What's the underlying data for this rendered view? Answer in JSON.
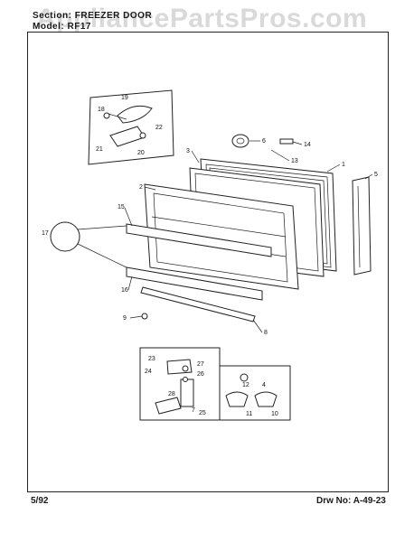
{
  "header": {
    "section_label": "Section:",
    "section_value": "FREEZER DOOR",
    "model_label": "Model:",
    "model_value": "RF17"
  },
  "watermark": "AppliancePartsPros.com",
  "footer": {
    "date": "5/92",
    "drawing_number": "Drw No: A-49-23"
  },
  "callouts": [
    "1",
    "2",
    "3",
    "4",
    "5",
    "6",
    "7",
    "8",
    "9",
    "10",
    "11",
    "12",
    "13",
    "14",
    "15",
    "16",
    "17",
    "18",
    "19",
    "20",
    "21",
    "22",
    "23",
    "24",
    "25",
    "26",
    "27",
    "28"
  ]
}
